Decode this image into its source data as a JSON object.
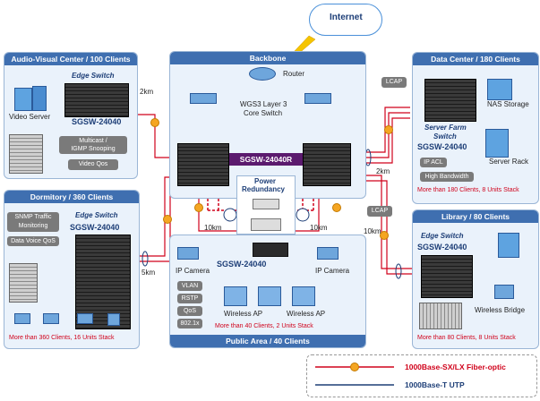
{
  "internet": "Internet",
  "av": {
    "title": "Audio-Visual Center / 100 Clients",
    "edge": "Edge Switch",
    "model": "SGSW-24040",
    "server": "Video Server",
    "dist": "2km",
    "btn1a": "Multicast /",
    "btn1b": "IGMP Snooping",
    "btn2": "Video Qos"
  },
  "backbone": {
    "title": "Backbone",
    "router": "Router",
    "core1": "WGS3 Layer 3",
    "core2": "Core Switch",
    "badge": "SGSW-24040R",
    "power1": "Power",
    "power2": "Redundancy"
  },
  "dc": {
    "title": "Data Center / 180 Clients",
    "lcap": "LCAP",
    "edge1": "Server Farm",
    "edge2": "Switch",
    "model": "SGSW-24040",
    "nas": "NAS Storage",
    "rack": "Server Rack",
    "btn1": "IP ACL",
    "btn2": "High Bandwidth",
    "note": "More than 180 Clients, 8 Units Stack",
    "dist": "2km"
  },
  "dorm": {
    "title": "Dormitory / 360 Clients",
    "edge": "Edge Switch",
    "model": "SGSW-24040",
    "btn1a": "SNMP Traffic",
    "btn1b": "Monitoring",
    "btn2": "Data Voice QoS",
    "note": "More than 360 Clients, 16 Units Stack",
    "dist": "5km"
  },
  "lib": {
    "title": "Library / 80 Clients",
    "lcap": "LCAP",
    "edge": "Edge Switch",
    "model": "SGSW-24040",
    "bridge": "Wireless Bridge",
    "note": "More than 80 Clients, 8 Units Stack",
    "dist": "10km"
  },
  "pub": {
    "title": "Public Area / 40 Clients",
    "model": "SGSW-24040",
    "cam1": "IP Camera",
    "cam2": "IP Camera",
    "btns": [
      "VLAN",
      "RSTP",
      "QoS",
      "802.1x"
    ],
    "ap1": "Wireless AP",
    "ap2": "Wireless AP",
    "note": "More than 40 Clients, 2 Units Stack",
    "dist1": "10km",
    "dist2": "10km"
  },
  "legend": {
    "fiber": "1000Base-SX/LX Fiber-optic",
    "utp": "1000Base-T UTP"
  }
}
